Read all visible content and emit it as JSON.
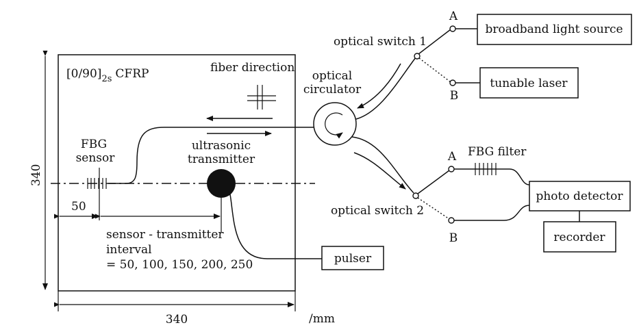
{
  "plate": {
    "layup": "[0/90]",
    "layup_sub": "2s",
    "layup_suffix": "CFRP",
    "fiber_direction": "fiber direction",
    "width": "340",
    "height": "340",
    "unit": "/mm"
  },
  "sensor": {
    "label_line1": "FBG",
    "label_line2": "sensor",
    "offset": "50"
  },
  "transmitter": {
    "label_line1": "ultrasonic",
    "label_line2": "transmitter"
  },
  "interval": {
    "line1": "sensor - transmitter",
    "line2": "interval",
    "line3": "= 50, 100, 150, 200, 250"
  },
  "devices": {
    "circulator_line1": "optical",
    "circulator_line2": "circulator",
    "switch1": "optical switch 1",
    "switch2": "optical switch 2",
    "broadband": "broadband light source",
    "tunable": "tunable laser",
    "fbg_filter": "FBG filter",
    "photo_detector": "photo detector",
    "recorder": "recorder",
    "pulser": "pulser",
    "port_a": "A",
    "port_b": "B"
  }
}
